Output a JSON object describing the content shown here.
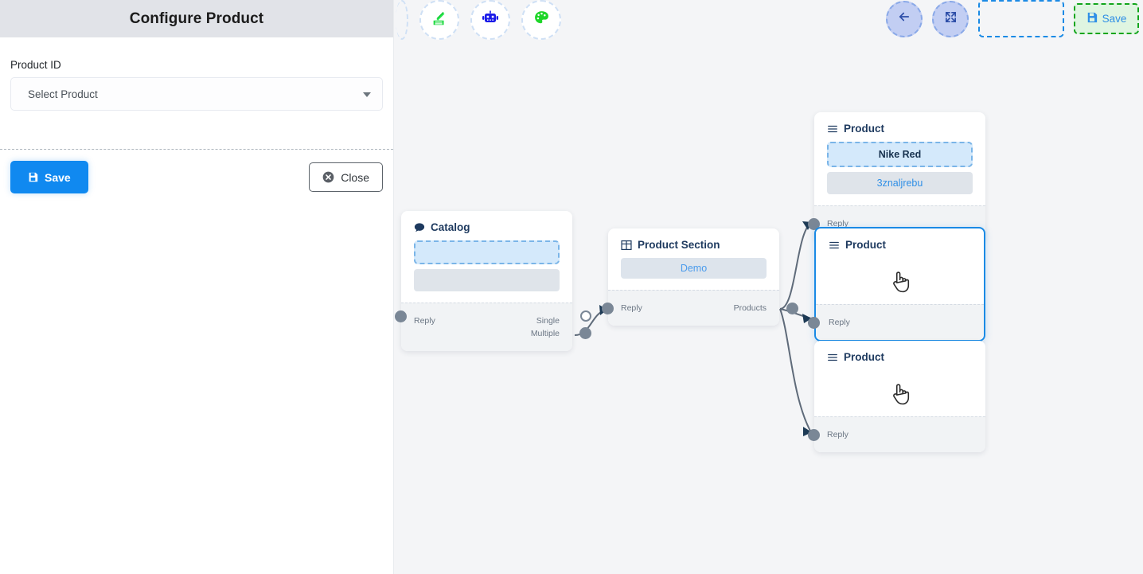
{
  "panel": {
    "title": "Configure Product",
    "field_label": "Product ID",
    "select_placeholder": "Select Product",
    "save_label": "Save",
    "close_label": "Close",
    "save_icon": "floppy-disk-icon",
    "close_icon": "x-circle-icon",
    "caret_icon": "chevron-down-icon",
    "save_color": "#1089f0"
  },
  "toolbar": {
    "left_items": [
      {
        "icon": "stack-publish-icon",
        "color": "#18d93b"
      },
      {
        "icon": "robot-icon",
        "color": "#1a1ae8"
      },
      {
        "icon": "palette-icon",
        "color": "#1ed629"
      }
    ],
    "right_items": [
      {
        "icon": "arrow-left-icon",
        "name": "back-button"
      },
      {
        "icon": "compress-fit-icon",
        "name": "fit-view-button"
      }
    ],
    "placeholder_slot": "",
    "save_label": "Save",
    "save_icon": "floppy-disk-icon",
    "save_bg": "#dff5e1",
    "save_border": "#12a51c",
    "save_text_color": "#2f8fe6"
  },
  "canvas": {
    "background": "#f4f5f7",
    "nodes": [
      {
        "id": "catalog",
        "title": "Catalog",
        "icon": "chat-bubble-icon",
        "items": [
          {
            "text": "",
            "style": "dashed-blue"
          },
          {
            "text": "",
            "style": "gray"
          }
        ],
        "ports": [
          {
            "label": "Reply",
            "side": "left",
            "style": "filled"
          },
          {
            "label": "Single",
            "side": "right",
            "style": "hollow"
          },
          {
            "label": "Multiple",
            "side": "right",
            "style": "filled"
          }
        ]
      },
      {
        "id": "product-section",
        "title": "Product Section",
        "icon": "table-grid-icon",
        "items": [
          {
            "text": "Demo",
            "style": "demo"
          }
        ],
        "ports": [
          {
            "label": "Reply",
            "side": "left",
            "style": "filled"
          },
          {
            "label": "Products",
            "side": "right",
            "style": "filled"
          }
        ]
      },
      {
        "id": "product-1",
        "title": "Product",
        "icon": "list-lines-icon",
        "selected": false,
        "items": [
          {
            "text": "Nike Red",
            "style": "dashed-blue"
          },
          {
            "text": "3znaljrebu",
            "style": "gray"
          }
        ],
        "ports": [
          {
            "label": "Reply",
            "side": "left",
            "style": "filled"
          }
        ]
      },
      {
        "id": "product-2",
        "title": "Product",
        "icon": "list-lines-icon",
        "selected": true,
        "items": [],
        "cursor": "hand-pointer-cursor",
        "ports": [
          {
            "label": "Reply",
            "side": "left",
            "style": "filled"
          }
        ]
      },
      {
        "id": "product-3",
        "title": "Product",
        "icon": "list-lines-icon",
        "selected": false,
        "items": [],
        "cursor": "hand-pointer-cursor",
        "ports": [
          {
            "label": "Reply",
            "side": "left",
            "style": "filled"
          }
        ]
      }
    ]
  }
}
